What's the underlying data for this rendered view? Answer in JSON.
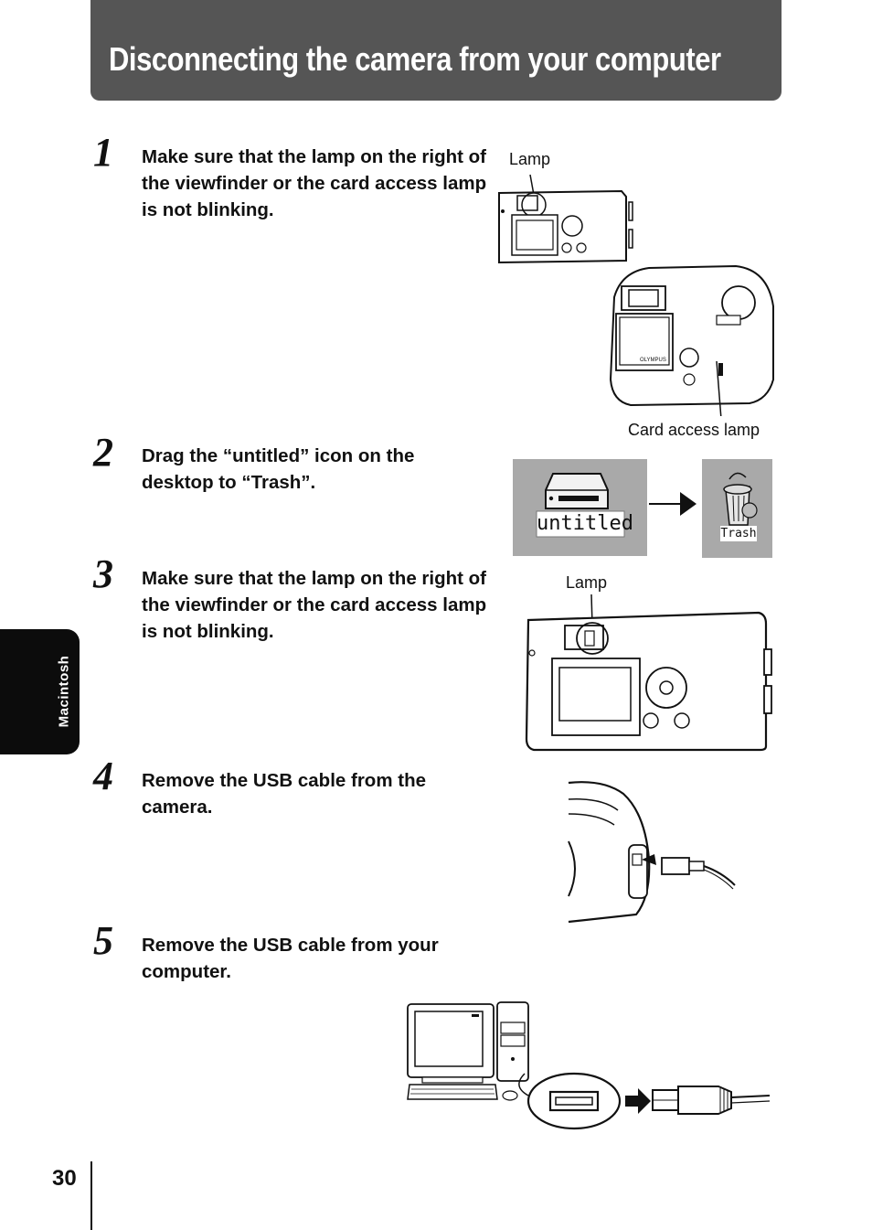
{
  "header": {
    "title": "Disconnecting the camera from your computer"
  },
  "sidetab": {
    "label": "Macintosh"
  },
  "steps": [
    {
      "number": "1",
      "text": "Make sure that the lamp on the right of the viewfinder or the card access lamp is not blinking."
    },
    {
      "number": "2",
      "text": "Drag the “untitled” icon on the desktop to “Trash”."
    },
    {
      "number": "3",
      "text": "Make sure that the lamp on the right of the viewfinder or the card access lamp is not blinking."
    },
    {
      "number": "4",
      "text": "Remove the USB cable from the camera."
    },
    {
      "number": "5",
      "text": "Remove the USB cable from your computer."
    }
  ],
  "figures": {
    "step1_lamp": "Lamp",
    "step1_card_lamp": "Card access lamp",
    "step2_disk_label": "untitled",
    "step2_trash_label": "Trash",
    "step3_lamp": "Lamp"
  },
  "footer": {
    "page_number": "30"
  }
}
